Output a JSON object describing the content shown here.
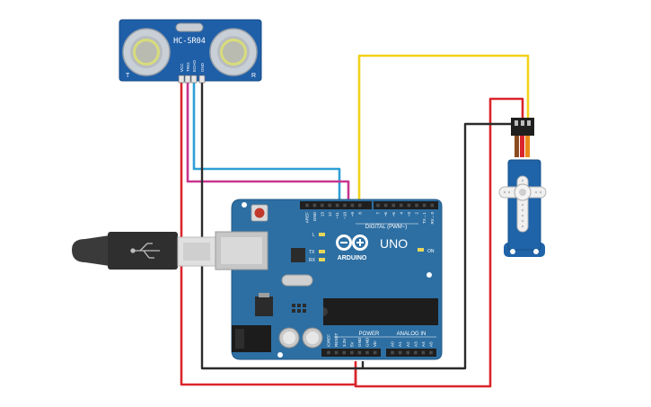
{
  "sensor": {
    "model": "HC-SR04",
    "pins": [
      "VCC",
      "TRIG",
      "ECHO",
      "GND"
    ],
    "left_mark": "T",
    "right_mark": "R"
  },
  "arduino": {
    "brand": "ARDUINO",
    "model": "UNO",
    "digital_label": "DIGITAL (PWM~)",
    "digital_pins": [
      "AREF",
      "GND",
      "13",
      "12",
      "~11",
      "~10",
      "~9",
      "8",
      "7",
      "~6",
      "~5",
      "4",
      "~3",
      "2",
      "TX→1",
      "RX←0"
    ],
    "power_label": "POWER",
    "power_pins": [
      "IOREF",
      "RESET",
      "3.3V",
      "5V",
      "GND",
      "GND",
      "Vin"
    ],
    "analog_label": "ANALOG IN",
    "analog_pins": [
      "A0",
      "A1",
      "A2",
      "A3",
      "A4",
      "A5"
    ],
    "leds": [
      "L",
      "TX",
      "RX"
    ],
    "on_label": "ON"
  },
  "colors": {
    "board": "#2d6fa3",
    "sensor_board": "#1f5fa8",
    "servo": "#1f63a8",
    "wire_red": "#d9262c",
    "wire_black": "#2b2b2b",
    "wire_yellow": "#f2d21b",
    "wire_blue": "#2f9fd6",
    "wire_magenta": "#c8358f"
  }
}
